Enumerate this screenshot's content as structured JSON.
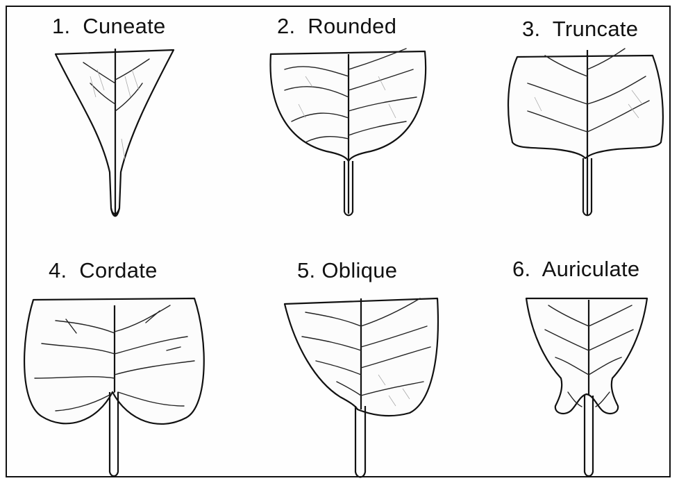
{
  "figure": {
    "items": [
      {
        "number": "1.",
        "label": "Cuneate"
      },
      {
        "number": "2.",
        "label": "Rounded"
      },
      {
        "number": "3.",
        "label": "Truncate"
      },
      {
        "number": "4.",
        "label": "Cordate"
      },
      {
        "number": "5.",
        "label": "Oblique"
      },
      {
        "number": "6.",
        "label": "Auriculate"
      }
    ]
  },
  "colors": {
    "line": "#111111",
    "background": "#ffffff"
  }
}
